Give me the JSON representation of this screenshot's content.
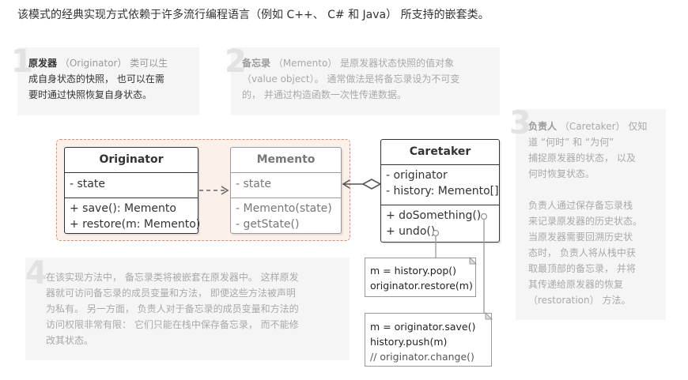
{
  "intro": "该模式的经典实现方式依赖于许多流行编程语言（例如 C++、 C# 和 Java） 所支持的嵌套类。",
  "notes": [
    {
      "number": "1",
      "lines": [
        {
          "bold": "原发器",
          "text": " （Originator） 类可以生"
        },
        {
          "bold": "",
          "text": "成自身状态的快照， 也可以在需"
        },
        {
          "bold": "",
          "text": "要时通过快照恢复自身状态。"
        }
      ]
    },
    {
      "number": "2",
      "lines": [
        {
          "bold": "备忘录",
          "text": " （Memento） 是原发器状态快照的值对象"
        },
        {
          "bold": "",
          "text": "（value object）。 通常做法是将备忘录设为不可变"
        },
        {
          "bold": "",
          "text": "的， 并通过构造函数一次性传递数据。"
        }
      ]
    },
    {
      "number": "3",
      "lines": [
        {
          "bold": "负责人",
          "text": " （Caretaker） 仅知"
        },
        {
          "bold": "",
          "text": "道 “何时” 和 “为何”"
        },
        {
          "bold": "",
          "text": "捕捉原发器的状态， 以及"
        },
        {
          "bold": "",
          "text": "何时恢复状态。"
        },
        {
          "bold": "",
          "text": ""
        },
        {
          "bold": "",
          "text": "负责人通过保存备忘录栈"
        },
        {
          "bold": "",
          "text": "来记录原发器的历史状态。"
        },
        {
          "bold": "",
          "text": "当原发器需要回溯历史状"
        },
        {
          "bold": "",
          "text": "态时， 负责人将从栈中获"
        },
        {
          "bold": "",
          "text": "取最顶部的备忘录， 并将"
        },
        {
          "bold": "",
          "text": "其传递给原发器的恢复"
        },
        {
          "bold": "",
          "text": "（restoration） 方法。"
        }
      ]
    },
    {
      "number": "4",
      "lines": [
        {
          "bold": "",
          "text": "在该实现方法中， 备忘录类将被嵌套在原发器中。 这样原发"
        },
        {
          "bold": "",
          "text": "器就可访问备忘录的成员变量和方法， 即便这些方法被声明"
        },
        {
          "bold": "",
          "text": "为私有。 另一方面， 负责人对于备忘录的成员变量和方法的"
        },
        {
          "bold": "",
          "text": "访问权限非常有限： 它们只能在栈中保存备忘录， 而不能修"
        },
        {
          "bold": "",
          "text": "改其状态。"
        }
      ]
    }
  ],
  "classes": {
    "originator": {
      "name": "Originator",
      "fields": [
        "- state"
      ],
      "methods": [
        "+ save(): Memento",
        "+ restore(m: Memento)"
      ]
    },
    "memento": {
      "name": "Memento",
      "fields": [
        "- state"
      ],
      "methods": [
        "- Memento(state)",
        "- getState()"
      ]
    },
    "caretaker": {
      "name": "Caretaker",
      "fields": [
        "- originator",
        "- history: Memento[]"
      ],
      "methods": [
        "+ doSomething()",
        "+ undo()"
      ]
    }
  },
  "code_notes": [
    {
      "lines": [
        "m = history.pop()",
        "originator.restore(m)"
      ]
    },
    {
      "lines": [
        "m = originator.save()",
        "history.push(m)",
        "// originator.change()"
      ]
    }
  ],
  "colors": {
    "group_border": "#e88a6e",
    "group_fill": "#fcf0eb",
    "note_bg": "#f5f5f5"
  }
}
